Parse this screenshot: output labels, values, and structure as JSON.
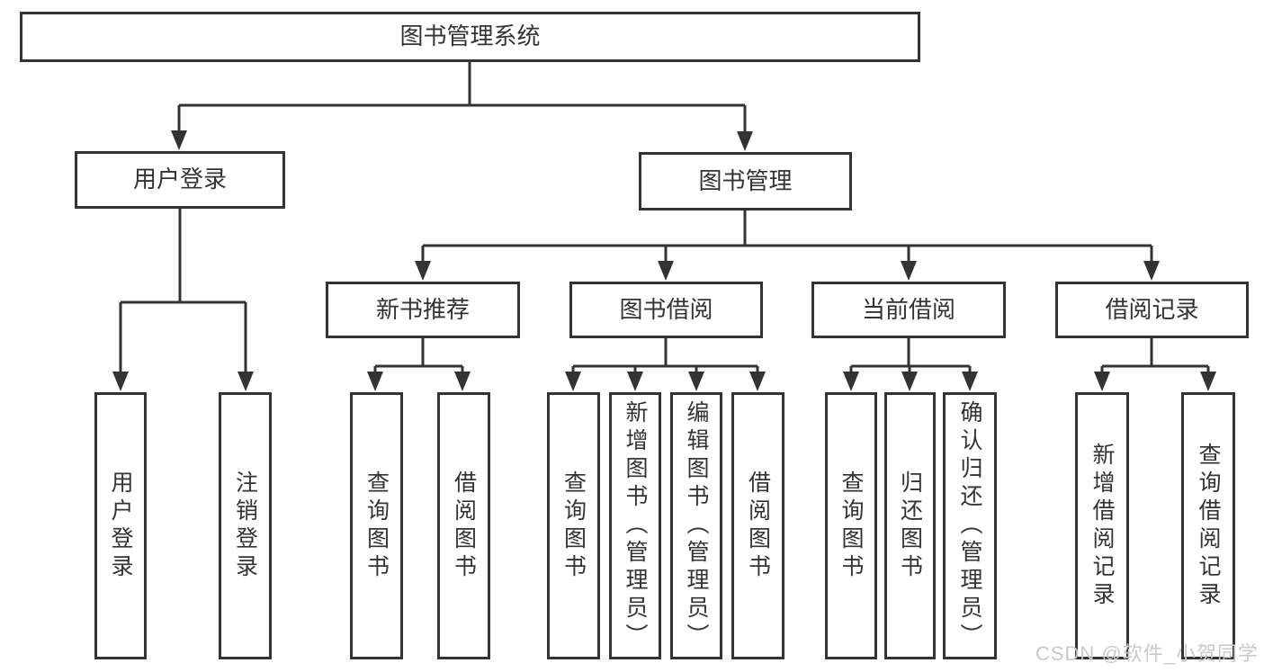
{
  "tree": {
    "root": {
      "label": "图书管理系统"
    },
    "branches": [
      {
        "label": "用户登录",
        "children": [
          {
            "label": "用户登录"
          },
          {
            "label": "注销登录"
          }
        ]
      },
      {
        "label": "图书管理",
        "children": [
          {
            "label": "新书推荐",
            "children": [
              {
                "label": "查询图书"
              },
              {
                "label": "借阅图书"
              }
            ]
          },
          {
            "label": "图书借阅",
            "children": [
              {
                "label": "查询图书"
              },
              {
                "label": "新增图书（管理员）"
              },
              {
                "label": "编辑图书（管理员）"
              },
              {
                "label": "借阅图书"
              }
            ]
          },
          {
            "label": "当前借阅",
            "children": [
              {
                "label": "查询图书"
              },
              {
                "label": "归还图书"
              },
              {
                "label": "确认归还（管理员）"
              }
            ]
          },
          {
            "label": "借阅记录",
            "children": [
              {
                "label": "新增借阅记录"
              },
              {
                "label": "查询借阅记录"
              }
            ]
          }
        ]
      }
    ]
  },
  "watermark": "CSDN @软件_小贺同学",
  "colors": {
    "line": "#333333",
    "text": "#333333",
    "box_background": "#ffffff",
    "watermark": "#c9c9c9",
    "page_background": "#ffffff"
  }
}
